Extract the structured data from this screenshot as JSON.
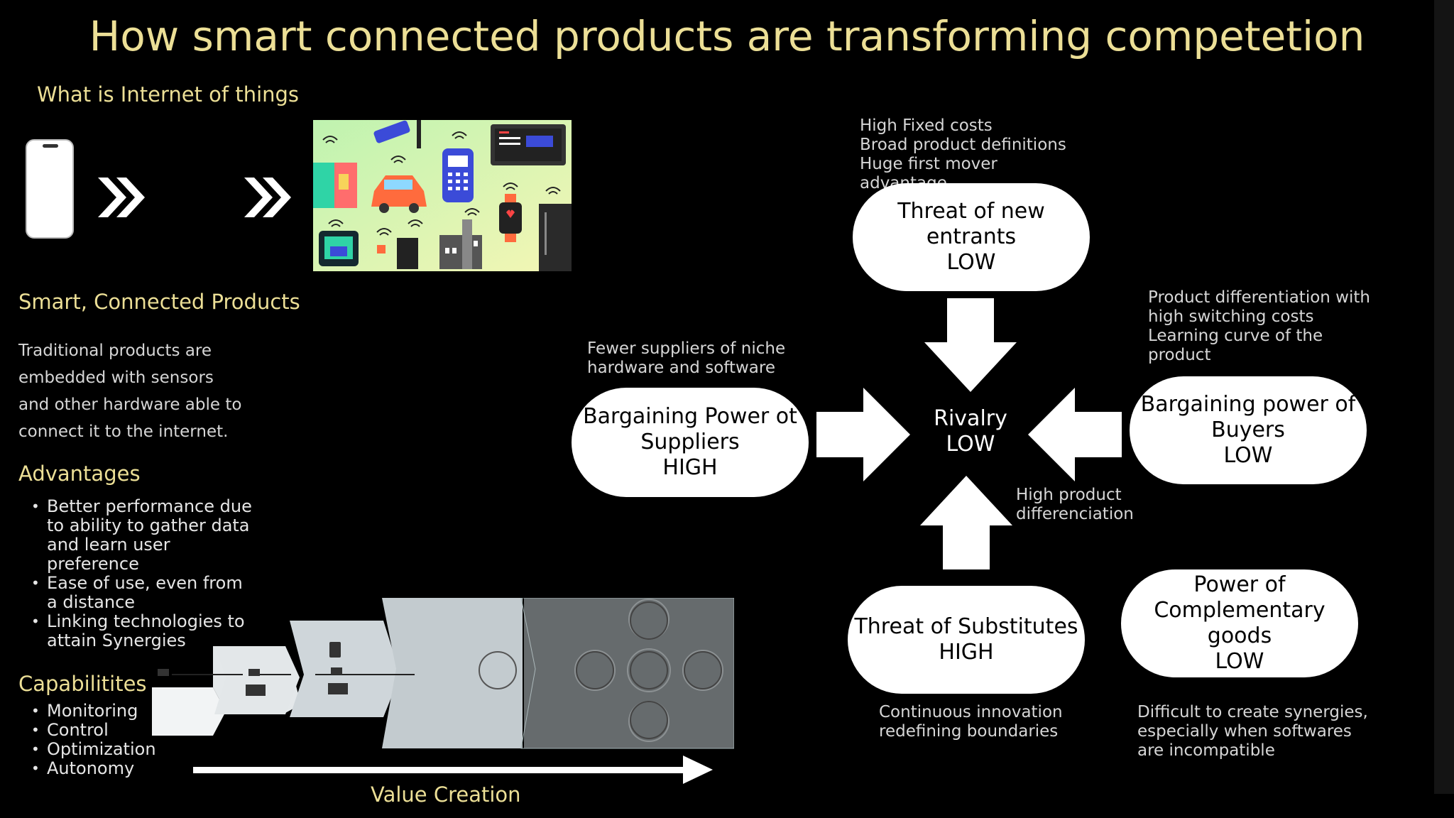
{
  "slide": {
    "title": "How smart connected products are transforming competetion",
    "iot_heading": "What is Internet of things",
    "scp_heading": "Smart, Connected Products",
    "scp_body": "Traditional products are embedded with sensors and other hardware able to connect it to the internet.",
    "advantages_heading": "Advantages",
    "advantages": [
      "Better performance due to ability to gather data and learn user preference",
      "Ease of use, even from a distance",
      "Linking technologies to attain Synergies"
    ],
    "capabilities_heading": "Capabilitites",
    "capabilities": [
      "Monitoring",
      "Control",
      "Optimization",
      "Autonomy"
    ],
    "value_creation_label": "Value Creation"
  },
  "icons": [
    "smartphone-icon",
    "double-chevron-icon",
    "iot-devices-illustration"
  ],
  "forces": {
    "new_entrants": {
      "title": "Threat of new entrants",
      "level": "LOW",
      "notes": [
        "High Fixed costs",
        "Broad product definitions",
        "Huge first mover advantage"
      ]
    },
    "suppliers": {
      "title1": "Bargaining Power ot",
      "title2": "Suppliers",
      "level": "HIGH",
      "notes": [
        "Fewer suppliers of niche",
        "hardware and software"
      ]
    },
    "rivalry": {
      "title": "Rivalry",
      "level": "LOW",
      "notes": [
        "High product",
        "differenciation"
      ]
    },
    "buyers": {
      "title1": "Bargaining power of",
      "title2": "Buyers",
      "level": "LOW",
      "notes": [
        "Product differentiation with",
        "high switching costs",
        "Learning curve of the",
        "product"
      ]
    },
    "substitutes": {
      "title": "Threat of Substitutes",
      "level": "HIGH",
      "notes": [
        "Continuous innovation",
        "redefining boundaries"
      ]
    },
    "complementary": {
      "title1": "Power of",
      "title2": "Complementary goods",
      "level": "LOW",
      "notes": [
        "Difficult to create synergies,",
        "especially when softwares",
        "are incompatible"
      ]
    }
  },
  "colors": {
    "background": "#000000",
    "heading": "#ecdf96",
    "body": "#d6d6d6",
    "shape": "#ffffff"
  }
}
